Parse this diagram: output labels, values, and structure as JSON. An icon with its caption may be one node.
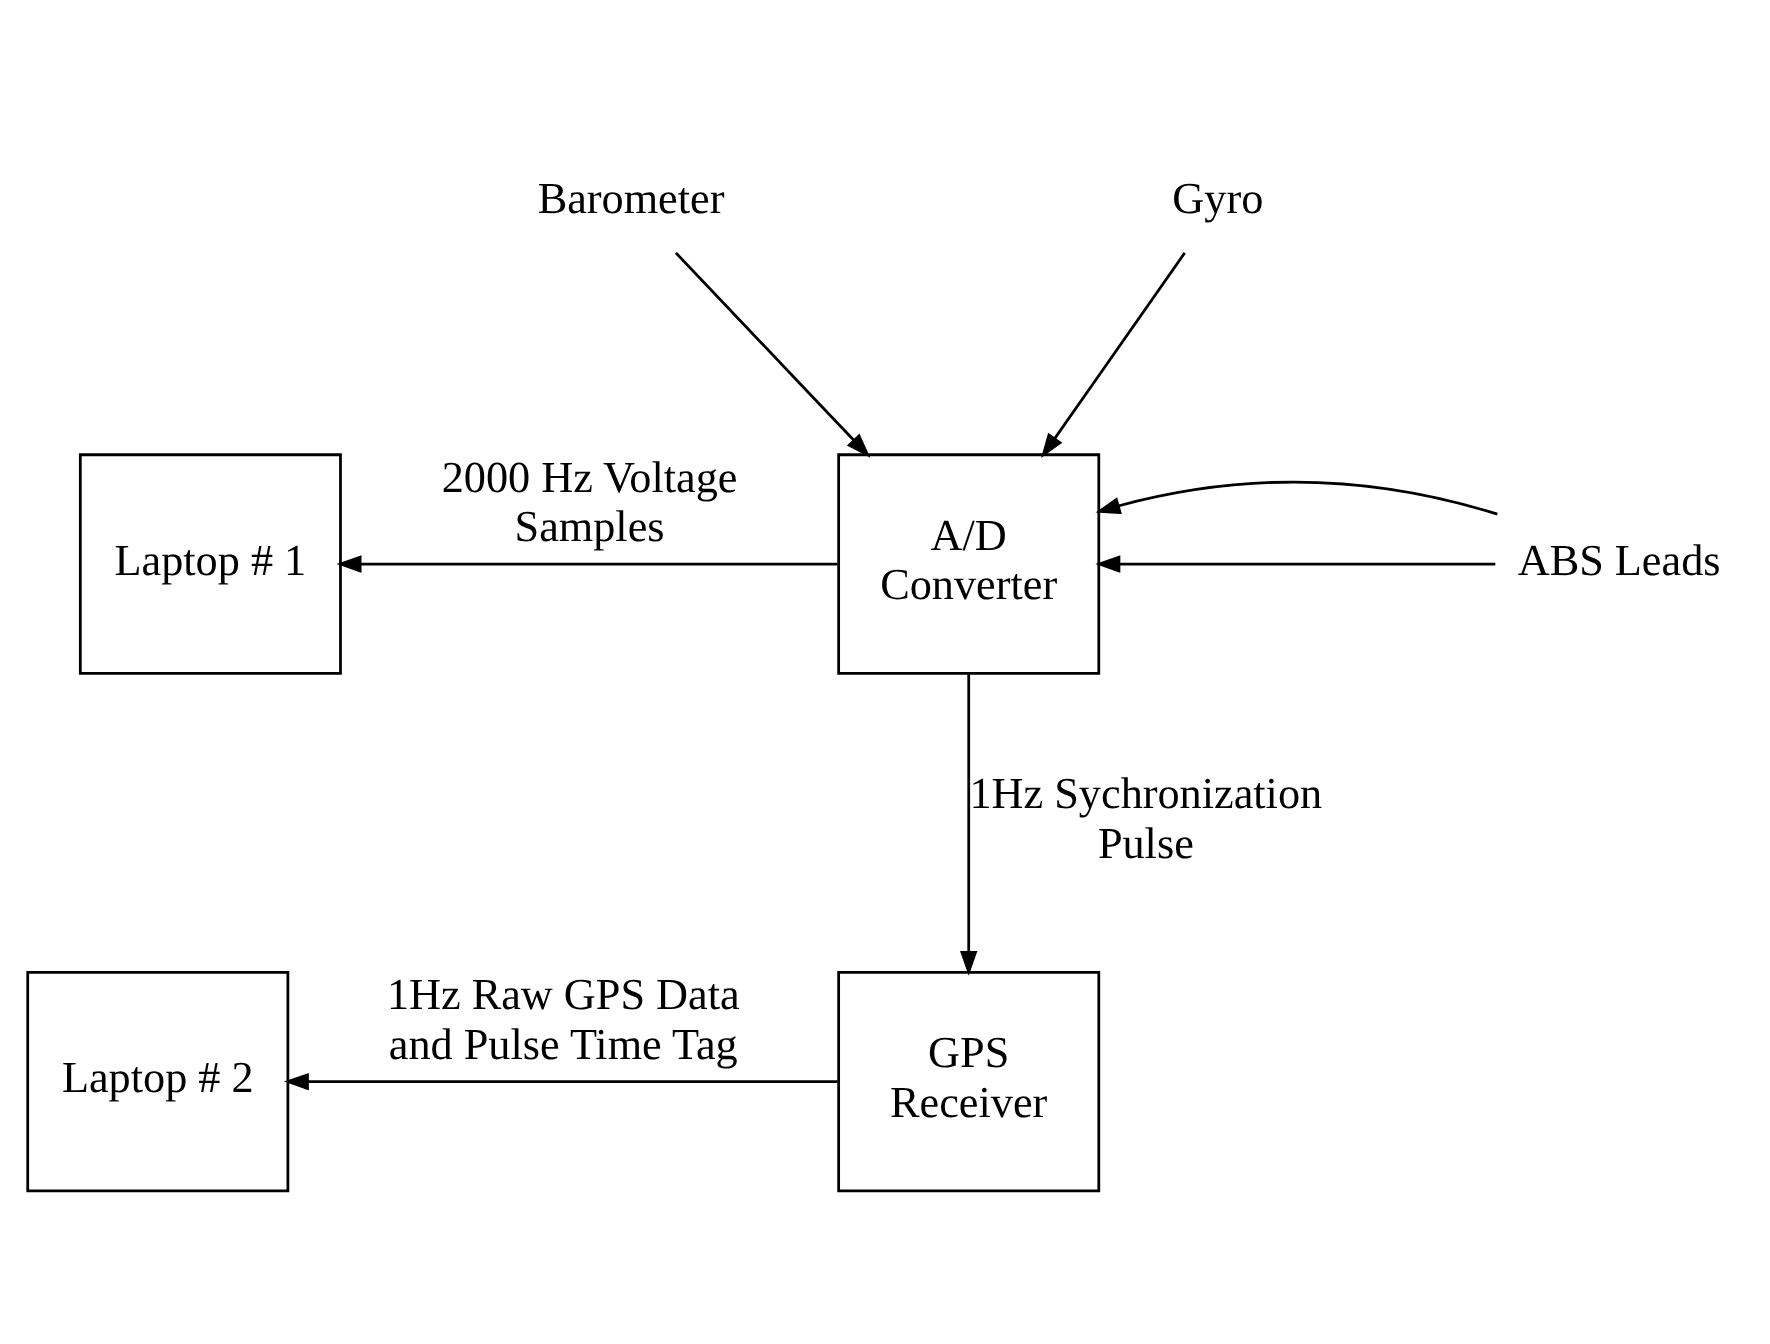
{
  "diagram": {
    "nodes": [
      {
        "text": [
          "Barometer"
        ]
      },
      {
        "text": [
          "Gyro"
        ]
      },
      {
        "text": [
          "Laptop # 1"
        ]
      },
      {
        "text": [
          "A/D Converter"
        ]
      },
      {
        "text": [
          "ABS Leads"
        ]
      },
      {
        "text": [
          "Laptop # 2"
        ]
      },
      {
        "text": [
          "GPS Receiver"
        ]
      }
    ],
    "edges": [
      {
        "from": 0,
        "to": 3,
        "arrow": "to"
      },
      {
        "from": 1,
        "to": 3,
        "arrow": "to"
      },
      {
        "from": 4,
        "to": 3,
        "arrow": "to"
      },
      {
        "from": 4,
        "to": 3,
        "arrow": "to"
      },
      {
        "from": 3,
        "to": 2,
        "arrow": "to",
        "label": "2000 Hz Voltage Samples"
      },
      {
        "from": 3,
        "to": 6,
        "arrow": "to",
        "label": "1Hz Sychronization Pulse"
      },
      {
        "from": 6,
        "to": 5,
        "arrow": "to",
        "label": "1Hz Raw GPS Data and Pulse Time Tag"
      }
    ]
  }
}
